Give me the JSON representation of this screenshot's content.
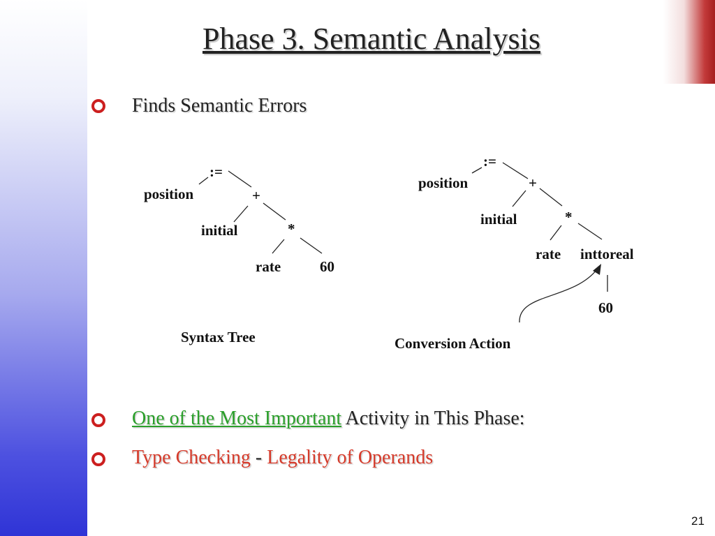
{
  "slide": {
    "title": "Phase 3. Semantic Analysis",
    "slide_number": "21"
  },
  "bullets": {
    "b1": "Finds Semantic Errors",
    "b2_highlight": "One of the Most Important",
    "b2_rest": " Activity in This Phase:",
    "b3_part1": "Type Checking",
    "b3_sep": " - ",
    "b3_part2": "Legality of Operands"
  },
  "tree1": {
    "assign": ":=",
    "position": "position",
    "plus": "+",
    "initial": "initial",
    "times": "*",
    "rate": "rate",
    "sixty": "60",
    "caption": "Syntax Tree"
  },
  "tree2": {
    "assign": ":=",
    "position": "position",
    "plus": "+",
    "initial": "initial",
    "times": "*",
    "rate": "rate",
    "inttoreal": "inttoreal",
    "sixty": "60",
    "caption": "Conversion Action"
  },
  "colors": {
    "highlight_green": "#2a9f2a",
    "highlight_red": "#d63a2a",
    "bullet_red": "#cc1f1f"
  }
}
